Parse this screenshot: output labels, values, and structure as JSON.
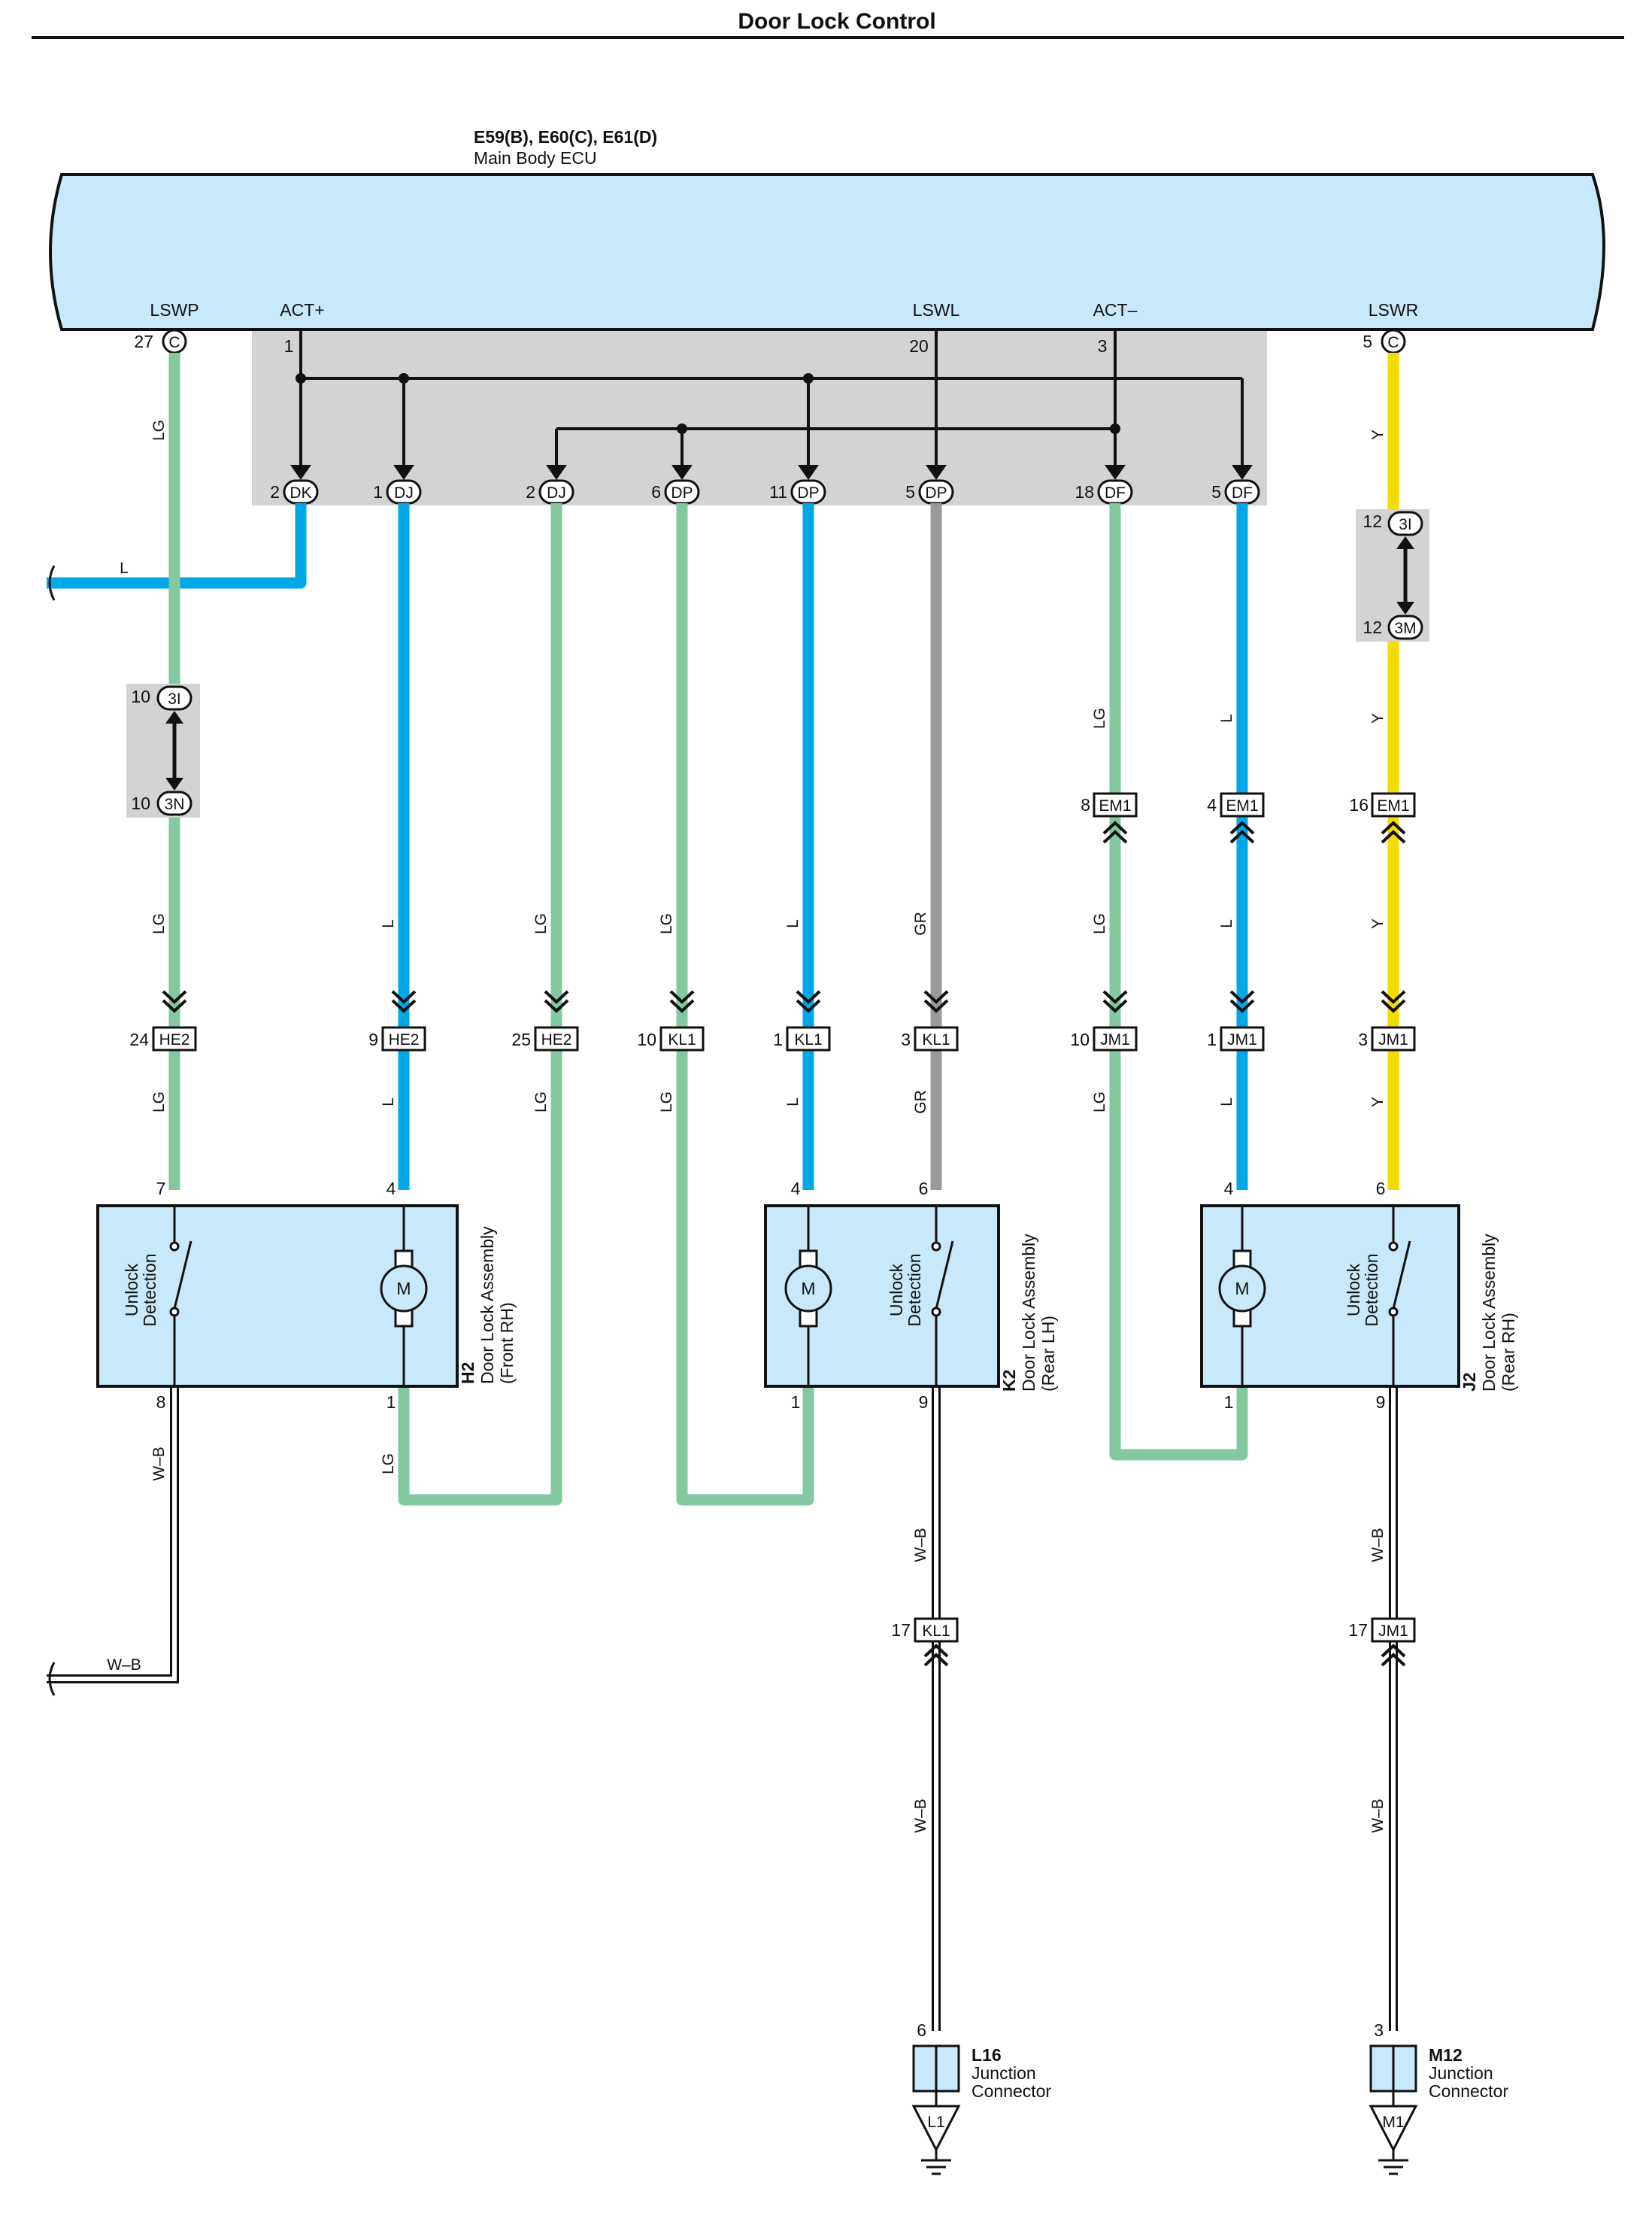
{
  "title": "Door Lock Control",
  "ecu": {
    "ref": "E59(B), E60(C), E61(D)",
    "name": "Main Body ECU",
    "terminals": [
      {
        "name": "LSWP",
        "pin": "27",
        "conn": "C"
      },
      {
        "name": "ACT+",
        "pin": "1"
      },
      {
        "name": "LSWL",
        "pin": "20"
      },
      {
        "name": "ACT–",
        "pin": "3"
      },
      {
        "name": "LSWR",
        "pin": "5",
        "conn": "C"
      }
    ]
  },
  "ecu_pins": [
    {
      "pin": "2",
      "conn": "DK"
    },
    {
      "pin": "1",
      "conn": "DJ"
    },
    {
      "pin": "2",
      "conn": "DJ"
    },
    {
      "pin": "6",
      "conn": "DP"
    },
    {
      "pin": "11",
      "conn": "DP"
    },
    {
      "pin": "5",
      "conn": "DP"
    },
    {
      "pin": "18",
      "conn": "DF"
    },
    {
      "pin": "5",
      "conn": "DF"
    }
  ],
  "side_wires": {
    "l_label": "L",
    "wb_label": "W–B"
  },
  "inline_connectors": [
    {
      "id": "3i-left",
      "pin": "10",
      "conn": "3I"
    },
    {
      "id": "3n-left",
      "pin": "10",
      "conn": "3N"
    },
    {
      "id": "3i-right",
      "pin": "12",
      "conn": "3I"
    },
    {
      "id": "3m-right",
      "pin": "12",
      "conn": "3M"
    }
  ],
  "em1_connectors": [
    {
      "pin": "8",
      "conn": "EM1"
    },
    {
      "pin": "4",
      "conn": "EM1"
    },
    {
      "pin": "16",
      "conn": "EM1"
    }
  ],
  "mid_connectors": [
    {
      "pin": "24",
      "conn": "HE2"
    },
    {
      "pin": "9",
      "conn": "HE2"
    },
    {
      "pin": "25",
      "conn": "HE2"
    },
    {
      "pin": "10",
      "conn": "KL1"
    },
    {
      "pin": "1",
      "conn": "KL1"
    },
    {
      "pin": "3",
      "conn": "KL1"
    },
    {
      "pin": "10",
      "conn": "JM1"
    },
    {
      "pin": "1",
      "conn": "JM1"
    },
    {
      "pin": "3",
      "conn": "JM1"
    }
  ],
  "wire_colors": {
    "LG": "#82c9a0",
    "L": "#00a8e8",
    "GR": "#9a9a9a",
    "Y": "#f4dc00",
    "W-B": "#ffffff"
  },
  "wire_labels": {
    "lg": "LG",
    "l": "L",
    "gr": "GR",
    "y": "Y",
    "wb": "W–B"
  },
  "assemblies": [
    {
      "code": "H2",
      "name": "Door Lock Assembly",
      "sub": "(Front RH)",
      "detect": "Unlock",
      "detect2": "Detection",
      "motor": "M",
      "pin_a": "7",
      "pin_b": "4",
      "pin_c": "8",
      "pin_d": "1"
    },
    {
      "code": "K2",
      "name": "Door Lock Assembly",
      "sub": "(Rear LH)",
      "detect": "Unlock",
      "detect2": "Detection",
      "motor": "M",
      "pin_a": "4",
      "pin_b": "6",
      "pin_c": "1",
      "pin_d": "9"
    },
    {
      "code": "J2",
      "name": "Door Lock Assembly",
      "sub": "(Rear RH)",
      "detect": "Unlock",
      "detect2": "Detection",
      "motor": "M",
      "pin_a": "4",
      "pin_b": "6",
      "pin_c": "1",
      "pin_d": "9"
    }
  ],
  "lower_connectors": [
    {
      "pin": "17",
      "conn": "KL1"
    },
    {
      "pin": "17",
      "conn": "JM1"
    }
  ],
  "junctions": [
    {
      "pin": "6",
      "code": "L16",
      "name": "Junction",
      "name2": "Connector",
      "ground": "L1"
    },
    {
      "pin": "3",
      "code": "M12",
      "name": "Junction",
      "name2": "Connector",
      "ground": "M1"
    }
  ]
}
